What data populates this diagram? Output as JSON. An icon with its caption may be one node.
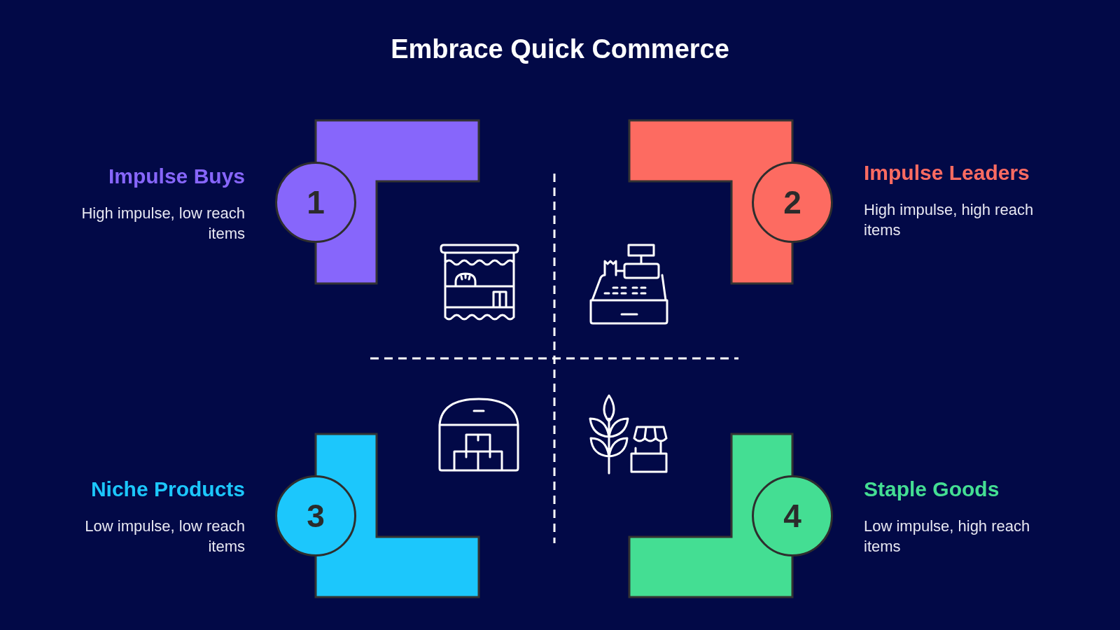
{
  "diagram": {
    "title": "Embrace Quick Commerce",
    "nodes": [
      {
        "text": [
          "1",
          "Impulse Buys"
        ],
        "beside": [
          "High impulse, low reach items"
        ]
      },
      {
        "text": [
          "2",
          "Impulse Leaders"
        ],
        "beside": [
          "High impulse, high reach items"
        ]
      },
      {
        "text": [
          "3",
          "Niche Products"
        ],
        "beside": [
          "Low impulse, low reach items"
        ]
      },
      {
        "text": [
          "4",
          "Staple Goods"
        ],
        "beside": [
          "Low impulse, high reach items"
        ]
      }
    ]
  }
}
